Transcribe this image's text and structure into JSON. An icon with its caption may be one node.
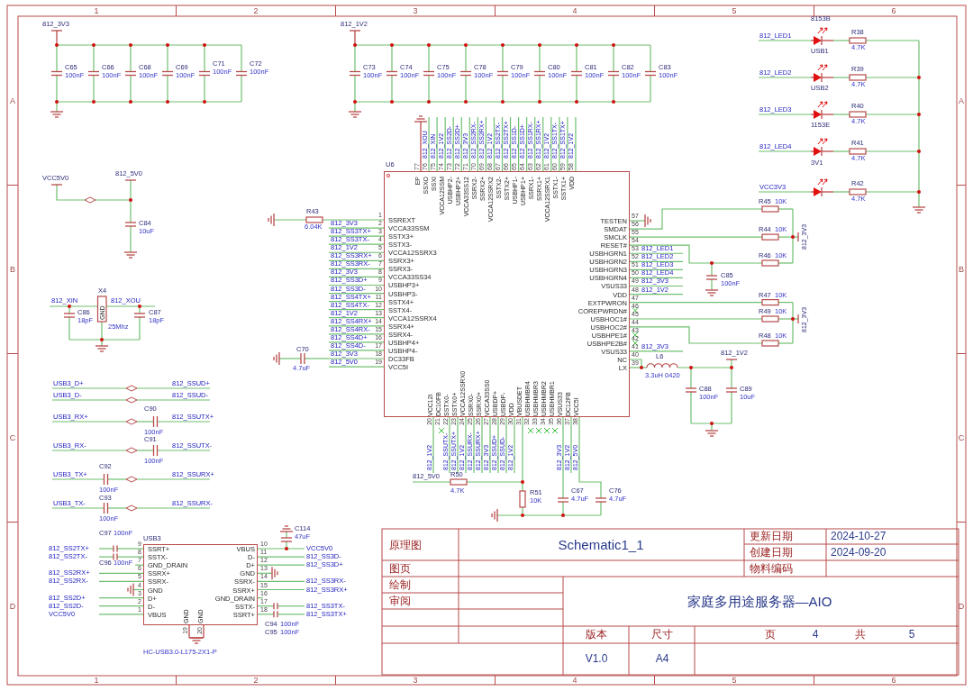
{
  "diagram": {
    "nodes": [
      {
        "text": [
          "SSREXT",
          "VCCA33SSM",
          "SSTX3+",
          "SSTX3-",
          "VCCA12SSRX3",
          "SSRX3+",
          "SSRX3-",
          "VCCA33SS34",
          "USBHP3+",
          "USBHP3-",
          "SSTX4+",
          "SSTX4-",
          "VCCA12SSRX4",
          "SSRX4+",
          "SSRX4-",
          "USBHP4+",
          "USBHP4-",
          "DC33FB",
          "VCC5I",
          "VCC12I",
          "DC10FB",
          "SSTX0-",
          "SSTX0+",
          "VCCA12SSRX0",
          "SSRX0-",
          "SSRX0+",
          "VCCA33SS0",
          "USBDP+",
          "USBDP-",
          "VDD",
          "VBUSDET",
          "USBHMBR4",
          "USBHMBR3",
          "USBHMBR2",
          "USBHMBR1",
          "VSUS33",
          "DC12FB",
          "VCC5I",
          "TESTEN",
          "SMDAT",
          "SMCLK",
          "RESET#",
          "USBHGRN1",
          "USBHGRN2",
          "USBHGRN3",
          "USBHGRN4",
          "VSUS33",
          "VDD",
          "EXTPWRON",
          "COREPWRDN#",
          "USBHOC1#",
          "USBHOC2#",
          "USBHPE1#",
          "USBHPE2B#",
          "VSUS33",
          "NC",
          "LX",
          "EP",
          "SSXO",
          "SSXI",
          "VCCA12SSM",
          "USBHP2-",
          "USBHP2+",
          "VCCA33SS12",
          "SSRX2-",
          "SSRX2+",
          "VCCA12SSRX2",
          "SSTX2-",
          "SSTX2+",
          "USBHP1-",
          "USBHP1+",
          "SSRX1-",
          "SSRX1+",
          "VCCA12SSRX1",
          "SSTX1-",
          "SSTX1+",
          "VDD"
        ]
      },
      {
        "text": [
          "SSRT+",
          "SSTX-",
          "GND_DRAIN",
          "SSRX+",
          "SSRX-",
          "GND",
          "D+",
          "D-",
          "VBUS",
          "VBUS",
          "D-",
          "D+",
          "GND",
          "SSRX-",
          "SSRX+",
          "GND_DRAIN",
          "SSTX-",
          "SSRT+",
          "GND",
          "GND"
        ]
      }
    ],
    "labels": [
      "1",
      "2",
      "3",
      "4",
      "5",
      "6",
      "A",
      "B",
      "C",
      "D",
      "A",
      "B",
      "C",
      "D",
      "1",
      "2",
      "3",
      "4",
      "5",
      "6",
      "812_3V3",
      "C65",
      "100nF",
      "C66",
      "100nF",
      "C68",
      "100nF",
      "C69",
      "100nF",
      "C71",
      "100nF",
      "C72",
      "100nF",
      "812_1V2",
      "C73",
      "100nF",
      "C74",
      "100nF",
      "C75",
      "100nF",
      "C78",
      "100nF",
      "C79",
      "100nF",
      "C80",
      "100nF",
      "C81",
      "100nF",
      "C82",
      "100nF",
      "C83",
      "100nF",
      "VCC5V0",
      "812_5V0",
      "C84",
      "10uF",
      "X4",
      "812_XIN",
      "812_XOU",
      "GND",
      "C86",
      "18pF",
      "25Mhz",
      "C87",
      "18pF",
      "R43",
      "6.04K",
      "C70",
      "4.7uF",
      "U6",
      "812_3V3",
      "812_SS3TX+",
      "812_SS3TX-",
      "812_1V2",
      "812_SS3RX+",
      "812_SS3RX-",
      "812_3V3",
      "812_SS3D+",
      "812_SS3D-",
      "812_SS4TX+",
      "812_SS4TX-",
      "812_1V2",
      "812_SS4RX+",
      "812_SS4RX-",
      "812_SS4D+",
      "812_SS4D-",
      "812_3V3",
      "812_5V0",
      "1",
      "2",
      "3",
      "4",
      "5",
      "6",
      "7",
      "8",
      "9",
      "10",
      "11",
      "12",
      "13",
      "14",
      "15",
      "16",
      "17",
      "18",
      "19",
      "77",
      "76",
      "75",
      "74",
      "73",
      "72",
      "71",
      "70",
      "69",
      "68",
      "67",
      "66",
      "65",
      "64",
      "63",
      "62",
      "61",
      "60",
      "59",
      "58",
      "812_XOU",
      "812_XIN",
      "812_1V2",
      "812_SS2D-",
      "812_SS2D+",
      "812_3V3",
      "812_SS2RX-",
      "812_SS2RX+",
      "812_1V2",
      "812_SS2TX-",
      "812_SS2TX+",
      "812_SS1D-",
      "812_SS1D+",
      "812_SS1RX-",
      "812_SS1RX+",
      "812_1V2",
      "812_SS1TX-",
      "812_SS1TX+",
      "812_1V2",
      "57",
      "56",
      "55",
      "54",
      "53",
      "52",
      "51",
      "50",
      "49",
      "48",
      "47",
      "46",
      "45",
      "44",
      "43",
      "42",
      "41",
      "40",
      "39",
      "812_LED1",
      "812_LED2",
      "812_LED3",
      "812_LED4",
      "812_3V3",
      "812_1V2",
      "812_3V3",
      "R45",
      "10K",
      "R44",
      "10K",
      "R46",
      "10K",
      "812_3V3",
      "C85",
      "100nF",
      "R47",
      "10K",
      "R49",
      "10K",
      "R48",
      "10K",
      "812_3V3",
      "L6",
      "3.3uH 0420",
      "812_1V2",
      "C88",
      "100nF",
      "C89",
      "10uF",
      "8153B",
      "812_LED1",
      "R38",
      "4.7K",
      "USB1",
      "812_LED2",
      "R39",
      "4.7K",
      "USB2",
      "812_LED3",
      "R40",
      "4.7K",
      "1153E",
      "812_LED4",
      "R41",
      "4.7K",
      "3V1",
      "VCC3V3",
      "R42",
      "4.7K",
      "USB3_D+",
      "812_SSUD+",
      "USB3_D-",
      "812_SSUD-",
      "C90",
      "USB3_RX+",
      "812_SSUTX+",
      "100nF",
      "C91",
      "USB3_RX-",
      "812_SSUTX-",
      "100nF",
      "C92",
      "USB3_TX+",
      "812_SSURX+",
      "100nF",
      "C93",
      "USB3_TX-",
      "812_SSURX-",
      "100nF",
      "USB3",
      "C97",
      "100nF",
      "C96",
      "100nF",
      "812_SS2TX+",
      "812_SS2TX-",
      "812_SS2RX+",
      "812_SS2RX-",
      "812_SS2D+",
      "812_SS2D-",
      "VCC5V0",
      "9",
      "8",
      "7",
      "6",
      "5",
      "4",
      "3",
      "2",
      "1",
      "10",
      "11",
      "12",
      "13",
      "14",
      "15",
      "16",
      "17",
      "18",
      "19",
      "20",
      "C114",
      "47uF",
      "VCC5V0",
      "812_SS3D-",
      "812_SS3D+",
      "812_SS3RX-",
      "812_SS3RX+",
      "812_SS3TX-",
      "812_SS3TX+",
      "C94",
      "100nF",
      "C95",
      "100nF",
      "HC-USB3.0-L175-2X1-P",
      "20",
      "21",
      "22",
      "23",
      "24",
      "25",
      "26",
      "27",
      "28",
      "29",
      "30",
      "31",
      "32",
      "33",
      "34",
      "35",
      "36",
      "37",
      "38",
      "812_1V2",
      "812_SSUTX-",
      "812_SSUTX+",
      "812_1V2",
      "812_SSURX-",
      "812_SSURX+",
      "812_3V3",
      "812_SSUD+",
      "812_SSUD-",
      "812_1V2",
      "812_3V3",
      "812_1V2",
      "812_5V0",
      "812_5V0",
      "R50",
      "4.7K",
      "R51",
      "10K",
      "C67",
      "4.7uF",
      "C76",
      "4.7uF",
      "原理图",
      "Schematic1_1",
      "更新日期",
      "2024-10-27",
      "创建日期",
      "2024-09-20",
      "图页",
      "物料编码",
      "绘制",
      "审阅",
      "家庭多用途服务器—AIO",
      "版本",
      "尺寸",
      "页",
      "4",
      "共",
      "5",
      "V1.0",
      "A4"
    ]
  }
}
